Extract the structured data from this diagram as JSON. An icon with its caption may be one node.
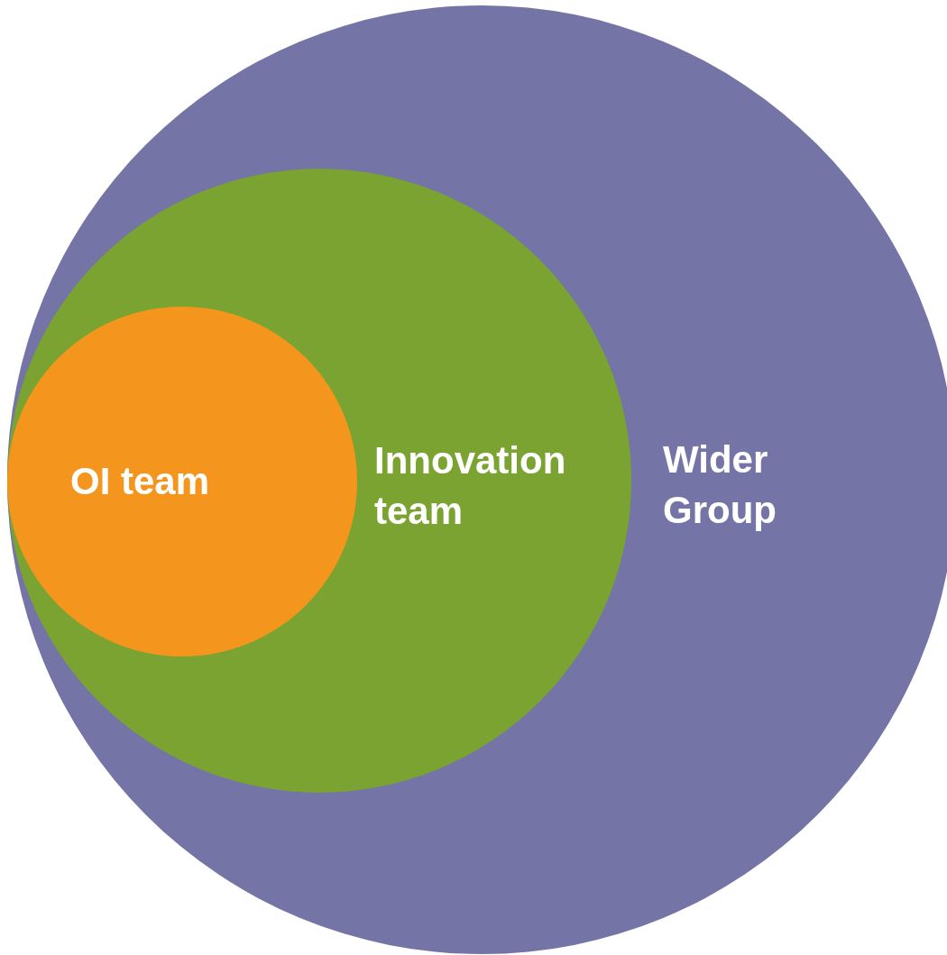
{
  "diagram": {
    "nodes": [
      {
        "text": [
          "Wider Group"
        ]
      },
      {
        "text": [
          "Innovation team"
        ],
        "in": 0
      },
      {
        "text": [
          "OI team"
        ],
        "in": 1
      }
    ]
  }
}
